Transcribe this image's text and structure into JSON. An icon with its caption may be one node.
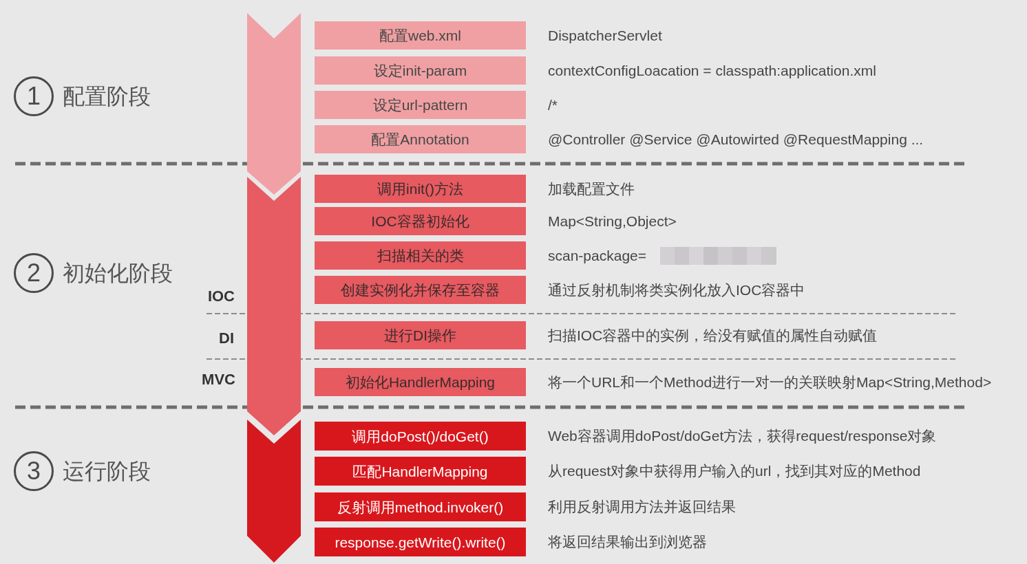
{
  "diagram": {
    "nodes": [
      {
        "text": [
          "1"
        ],
        "beside": [
          "配置阶段"
        ]
      },
      {
        "text": [
          "配置web.xml"
        ],
        "beside": [
          "DispatcherServlet"
        ]
      },
      {
        "text": [
          "设定init-param"
        ],
        "beside": [
          "contextConfigLoacation = classpath:application.xml"
        ]
      },
      {
        "text": [
          "设定url-pattern"
        ],
        "beside": [
          "/*"
        ]
      },
      {
        "text": [
          "配置Annotation"
        ],
        "beside": [
          "@Controller @Service @Autowirted @RequestMapping ..."
        ]
      },
      {
        "text": [
          "2"
        ],
        "beside": [
          "初始化阶段"
        ]
      },
      {
        "text": [
          "调用init()方法"
        ],
        "beside": [
          "加载配置文件"
        ]
      },
      {
        "text": [
          "IOC容器初始化"
        ],
        "beside": [
          "Map<String,Object>"
        ]
      },
      {
        "text": [
          "扫描相关的类"
        ],
        "beside": [
          "scan-package="
        ]
      },
      {
        "text": [
          "创建实例化并保存至容器"
        ],
        "beside": [
          "通过反射机制将类实例化放入IOC容器中"
        ]
      },
      {
        "text": [
          "进行DI操作"
        ],
        "beside": [
          "扫描IOC容器中的实例，给没有赋值的属性自动赋值"
        ]
      },
      {
        "text": [
          "初始化HandlerMapping"
        ],
        "beside": [
          "将一个URL和一个Method进行一对一的关联映射Map<String,Method>"
        ]
      },
      {
        "text": [
          "3"
        ],
        "beside": [
          "运行阶段"
        ]
      },
      {
        "text": [
          "调用doPost()/doGet()"
        ],
        "beside": [
          "Web容器调用doPost/doGet方法，获得request/response对象"
        ]
      },
      {
        "text": [
          "匹配HandlerMapping"
        ],
        "beside": [
          "从request对象中获得用户输入的url，找到其对应的Method"
        ]
      },
      {
        "text": [
          "反射调用method.invoker()"
        ],
        "beside": [
          "利用反射调用方法并返回结果"
        ]
      },
      {
        "text": [
          "response.getWrite().write()"
        ],
        "beside": [
          "将返回结果输出到浏览器"
        ]
      }
    ],
    "labels": [
      "IOC",
      "DI",
      "MVC"
    ]
  }
}
